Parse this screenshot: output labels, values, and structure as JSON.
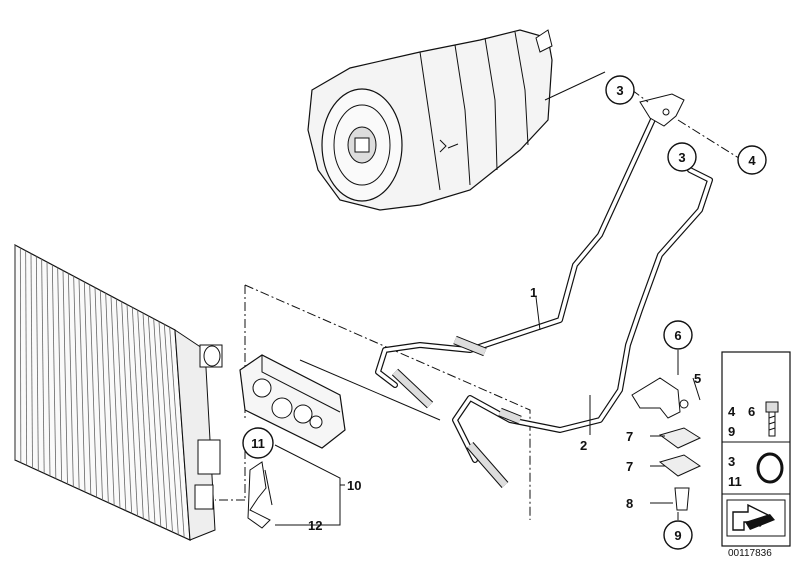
{
  "labels": {
    "n1": "1",
    "n2": "2",
    "n3a": "3",
    "n3b": "3",
    "n4": "4",
    "n5": "5",
    "n6": "6",
    "n7a": "7",
    "n7b": "7",
    "n8": "8",
    "n9": "9",
    "n10": "10",
    "n11": "11",
    "n12": "12"
  },
  "legend": {
    "row1_a": "4",
    "row1_b": "9",
    "row1_c": "6",
    "row2_a": "3",
    "row2_b": "11"
  },
  "catalog_number": "00117836"
}
